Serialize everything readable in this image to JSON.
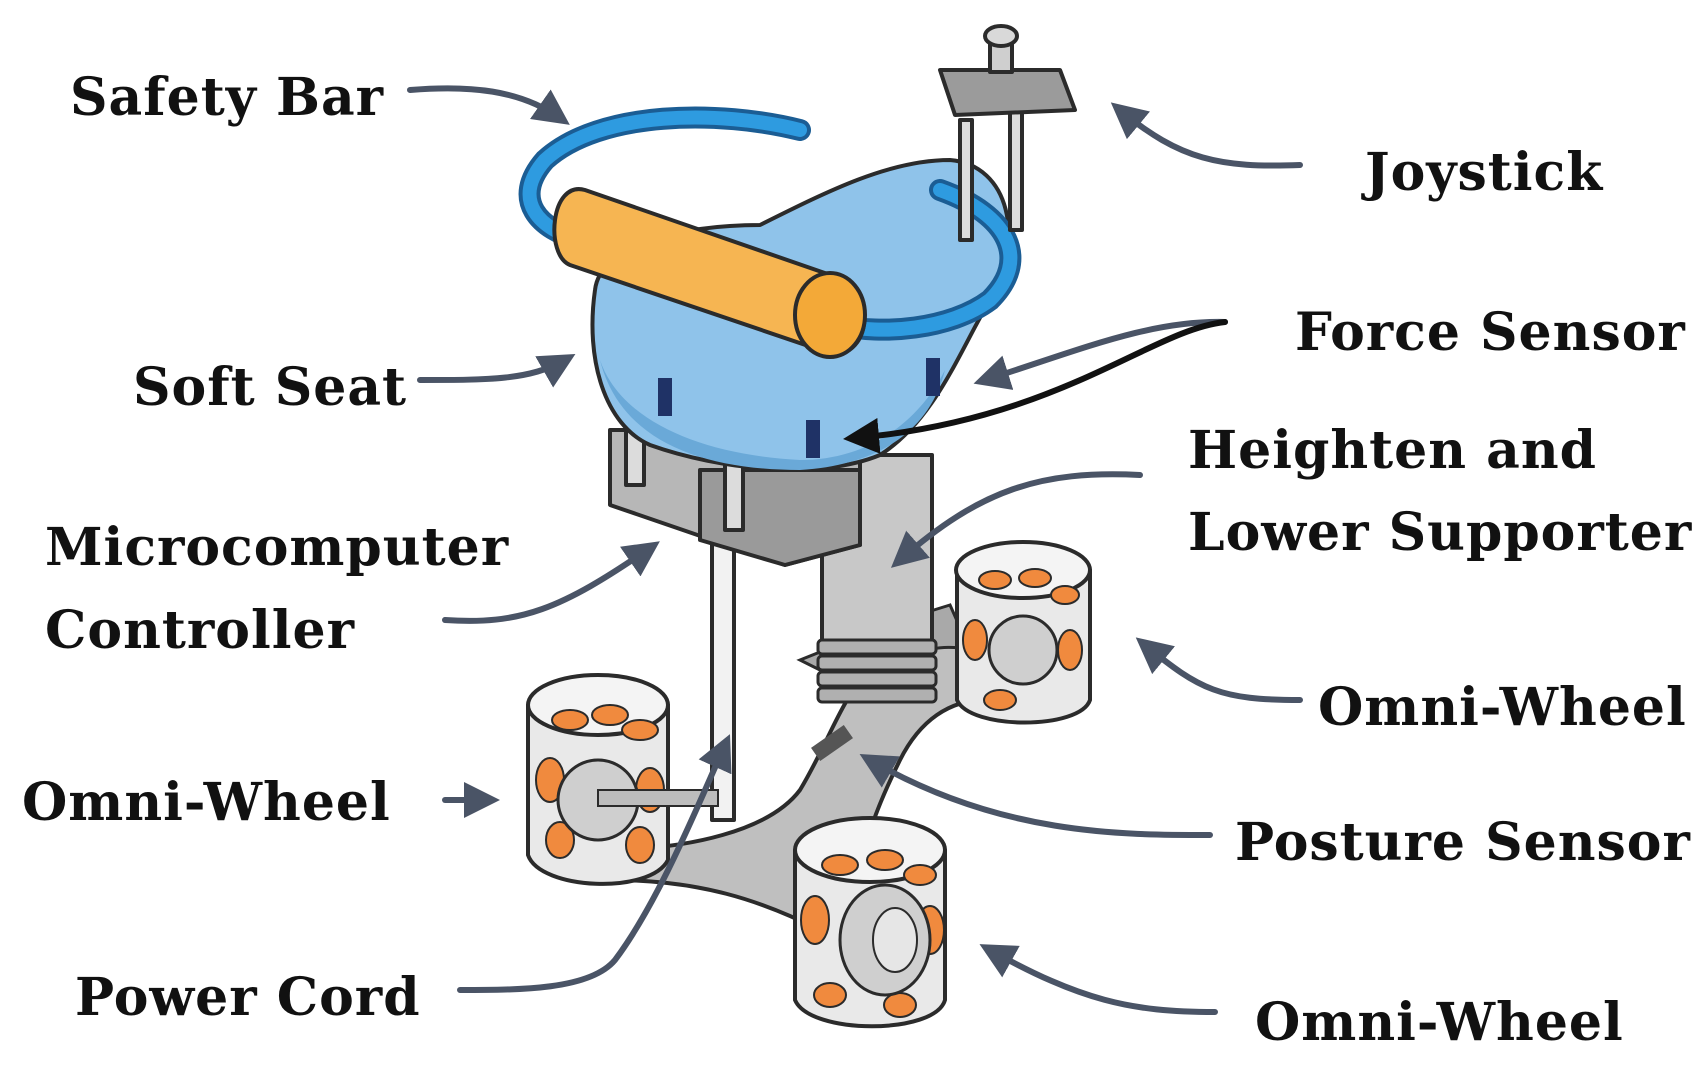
{
  "labels": {
    "safety_bar": "Safety Bar",
    "joystick": "Joystick",
    "force_sensor": "Force Sensor",
    "soft_seat": "Soft Seat",
    "heighten_line1": "Heighten and",
    "heighten_line2": "Lower Supporter",
    "micro_line1": "Microcomputer",
    "micro_line2": "Controller",
    "omni_wheel_right": "Omni-Wheel",
    "omni_wheel_left": "Omni-Wheel",
    "posture_sensor": "Posture Sensor",
    "power_cord": "Power Cord",
    "omni_wheel_bottom": "Omni-Wheel"
  },
  "colors": {
    "seat": "#8fc3ea",
    "safety_bar": "#2e9be0",
    "cushion": "#f6b552",
    "metal": "#c4c4c4",
    "wheel_accent": "#f08a3e",
    "arrow": "#4a5466"
  }
}
